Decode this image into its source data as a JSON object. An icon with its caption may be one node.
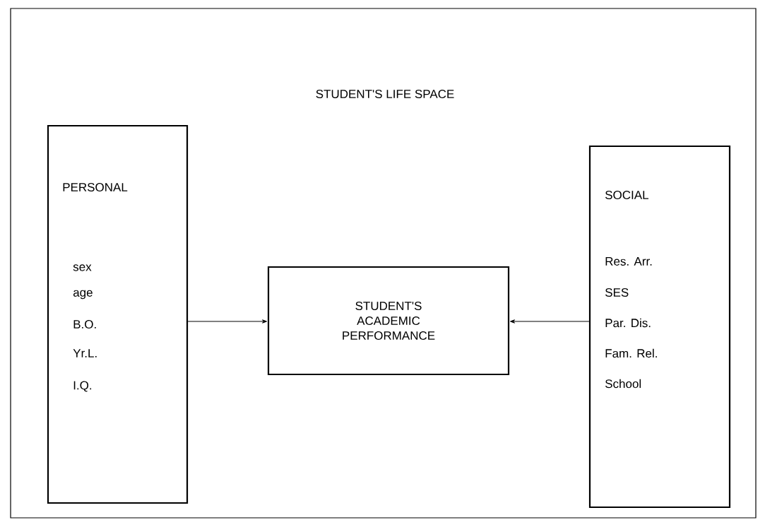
{
  "diagram": {
    "nodes": [
      {
        "text": [
          "STUDENT'S LIFE SPACE"
        ]
      },
      {
        "text": [
          "PERSONAL",
          "sex",
          "age",
          "B.O.",
          "Yr.L.",
          "I.Q."
        ],
        "in": 0
      },
      {
        "text": [
          "STUDENT'S ACADEMIC PERFORMANCE"
        ],
        "in": 0
      },
      {
        "text": [
          "SOCIAL",
          "Res. Arr.",
          "SES",
          "Par. Dis.",
          "Fam. Rel.",
          "School"
        ],
        "in": 0
      }
    ],
    "edges": [
      {
        "from": 1,
        "to": 2,
        "arrow": "to"
      },
      {
        "from": 3,
        "to": 2,
        "arrow": "to"
      }
    ]
  }
}
